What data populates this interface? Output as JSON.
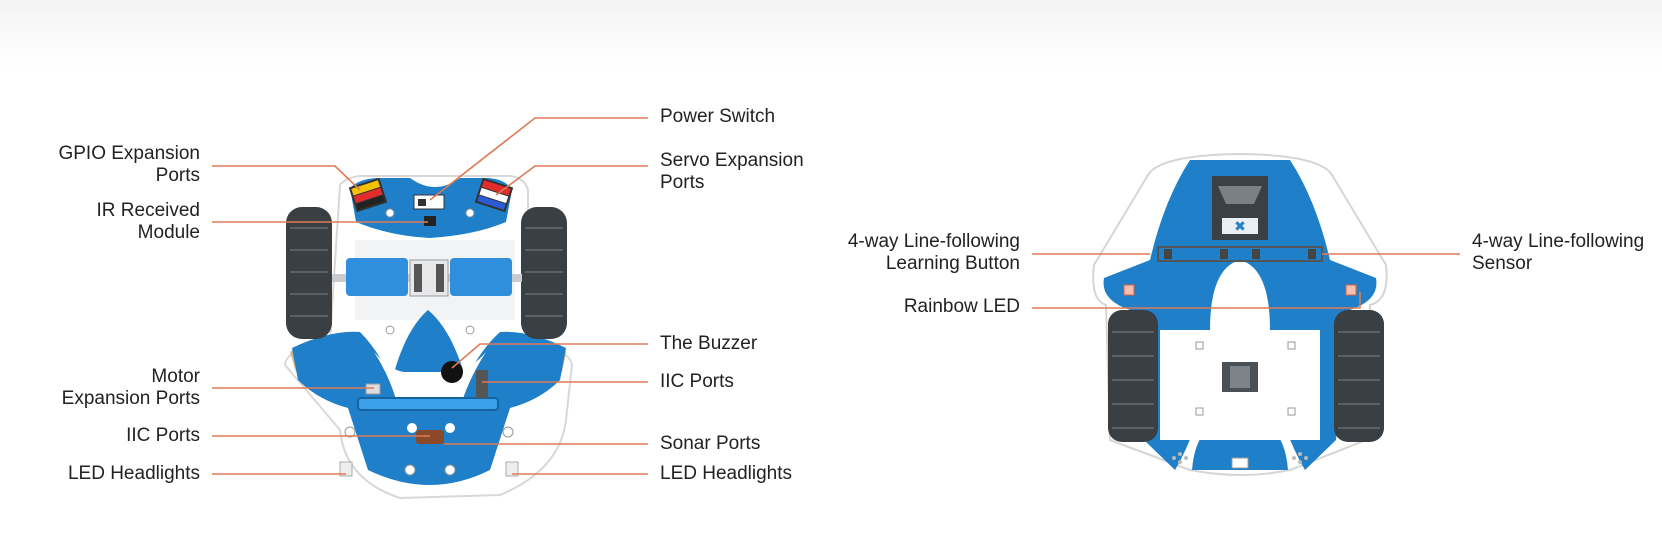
{
  "front_view": {
    "left_labels": {
      "gpio": [
        "GPIO Expansion",
        "Ports"
      ],
      "ir": [
        "IR Received",
        "Module"
      ],
      "motor": [
        "Motor",
        "Expansion Ports"
      ],
      "iic": "IIC Ports",
      "led": "LED Headlights"
    },
    "right_labels": {
      "power": "Power Switch",
      "servo": [
        "Servo Expansion",
        "Ports"
      ],
      "buzzer": "The Buzzer",
      "iic": "IIC Ports",
      "sonar": "Sonar Ports",
      "led": "LED Headlights"
    }
  },
  "back_view": {
    "left_labels": {
      "learning": [
        "4-way Line-following",
        "Learning Button"
      ],
      "rainbow": "Rainbow LED"
    },
    "right_labels": {
      "sensor": [
        "4-way Line-following",
        "Sensor"
      ]
    }
  },
  "colors": {
    "board_blue": "#1f7fc8",
    "leader_line": "#e07a55",
    "tire": "#3a3f44",
    "body_white": "#ffffff",
    "trim_gold": "#c9b27a"
  }
}
